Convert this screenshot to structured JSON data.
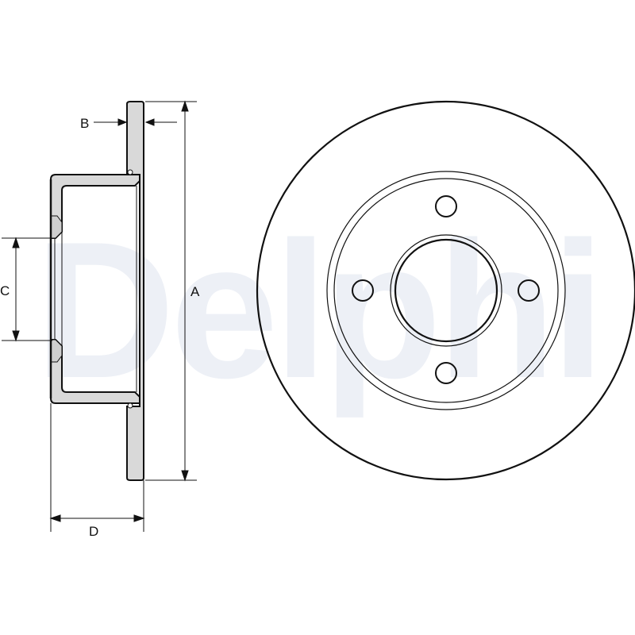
{
  "watermark": {
    "text": "Delphi",
    "color": "#edf0f6"
  },
  "labels": {
    "a": "A",
    "b": "B",
    "c": "C",
    "d": "D"
  },
  "colors": {
    "stroke": "#111111",
    "section_fill": "#d9d9d9",
    "background": "#ffffff"
  },
  "front_view": {
    "bolt_holes": 4
  }
}
